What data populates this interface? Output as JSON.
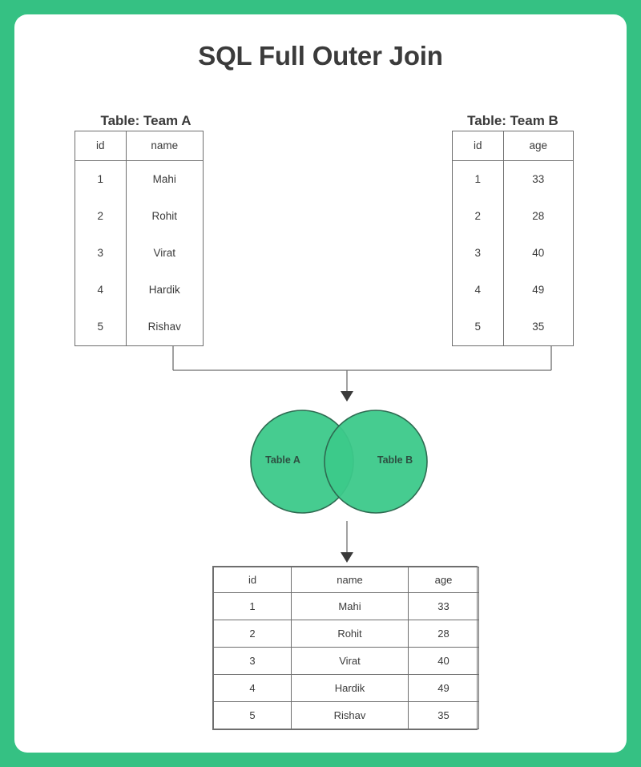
{
  "page": {
    "title": "SQL Full Outer Join",
    "frame_color": "#35c183",
    "panel_color": "#ffffff",
    "line_color": "#6e6e6e",
    "text_color": "#3a3a3a"
  },
  "source_tables": [
    {
      "caption": "Table: Team A",
      "columns": [
        "id",
        "name"
      ],
      "rows": [
        [
          "1",
          "Mahi"
        ],
        [
          "2",
          "Rohit"
        ],
        [
          "3",
          "Virat"
        ],
        [
          "4",
          "Hardik"
        ],
        [
          "5",
          "Rishav"
        ]
      ]
    },
    {
      "caption": "Table: Team B",
      "columns": [
        "id",
        "age"
      ],
      "rows": [
        [
          "1",
          "33"
        ],
        [
          "2",
          "28"
        ],
        [
          "3",
          "40"
        ],
        [
          "4",
          "49"
        ],
        [
          "5",
          "35"
        ]
      ]
    }
  ],
  "venn": {
    "fill_color": "#3cc98a",
    "stroke_color": "#2e6b51",
    "label_left": "Table A",
    "label_right": "Table B"
  },
  "result_table": {
    "columns": [
      "id",
      "name",
      "age"
    ],
    "rows": [
      [
        "1",
        "Mahi",
        "33"
      ],
      [
        "2",
        "Rohit",
        "28"
      ],
      [
        "3",
        "Virat",
        "40"
      ],
      [
        "4",
        "Hardik",
        "49"
      ],
      [
        "5",
        "Rishav",
        "35"
      ]
    ]
  }
}
